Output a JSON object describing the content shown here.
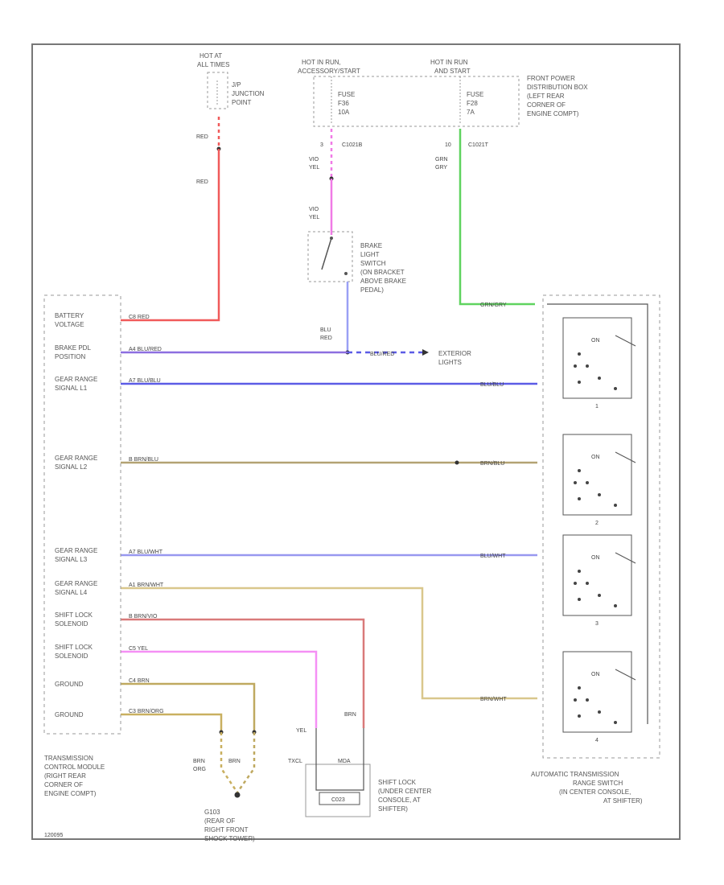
{
  "colors": {
    "red": "#f05a5a",
    "pink": "#f07ae6",
    "green": "#5fd35f",
    "blue_violet": "#8c6ee0",
    "blue": "#5c5ce6",
    "tan": "#b3a373",
    "light_blue": "#9898f0",
    "yellow_tan": "#d9c78c",
    "red_tan": "#d97a7a",
    "light_pink": "#f590f5",
    "dark_tan": "#bfa960",
    "brn_orange": "#c9b060",
    "lavender": "#9aa0f5",
    "border": "#777777",
    "dashed": "#999999"
  },
  "labels": {
    "hot_at_all_times": [
      "HOT AT",
      "ALL TIMES"
    ],
    "junction_point": [
      "J/P",
      "JUNCTION",
      "POINT"
    ],
    "hot_in_run_acc": [
      "HOT IN RUN,",
      "ACCESSORY/START"
    ],
    "hot_in_run_start": [
      "HOT IN RUN",
      "AND START"
    ],
    "fuse_1": [
      "FUSE",
      "F36",
      "10A"
    ],
    "fuse_2": [
      "FUSE",
      "F28",
      "7A"
    ],
    "front_power_box": [
      "FRONT POWER",
      "DISTRIBUTION BOX",
      "(LEFT REAR",
      "CORNER OF",
      "ENGINE COMPT)"
    ],
    "c_left": "C1021B",
    "c_right": "C1021T",
    "pin_left": "3",
    "pin_right": "10",
    "brake_switch": [
      "BRAKE",
      "LIGHT",
      "SWITCH",
      "(ON BRACKET",
      "ABOVE BRAKE",
      "PEDAL)"
    ],
    "exterior_lights": [
      "EXTERIOR",
      "LIGHTS"
    ],
    "tcm_name": [
      "TRANSMISSION",
      "CONTROL MODULE",
      "(RIGHT REAR",
      "CORNER OF",
      "ENGINE COMPT)"
    ],
    "ground_name": [
      "G103",
      "(REAR OF",
      "RIGHT FRONT",
      "SHOCK TOWER)"
    ],
    "shift_lock_name": [
      "SHIFT LOCK",
      "(UNDER CENTER",
      "CONSOLE, AT",
      "SHIFTER)"
    ],
    "shift_lock_box": "C023",
    "shift_lock_pin_left": "TXCL",
    "shift_lock_pin_right": "MDA",
    "atrs_name": [
      "AUTOMATIC TRANSMISSION",
      "RANGE SWITCH",
      "(IN CENTER CONSOLE,",
      "AT SHIFTER)"
    ],
    "figure_id": "120095"
  },
  "wire_codes": {
    "red_1": "RED",
    "red_2": "RED",
    "vio_1": [
      "VIO",
      "YEL"
    ],
    "vio_2": [
      "VIO",
      "YEL"
    ],
    "grn": [
      "GRN",
      "GRY"
    ],
    "blu_red": [
      "BLU",
      "RED"
    ],
    "brn_1": [
      "BRN",
      "ORG"
    ],
    "brn_2": "BRN",
    "shift_left": [
      "YEL"
    ],
    "shift_right": [
      "BRN"
    ]
  },
  "tcm_pins": [
    {
      "name": [
        "BATTERY",
        "VOLTAGE"
      ],
      "code": "C8 RED"
    },
    {
      "name": [
        "BRAKE PDL",
        "POSITION"
      ],
      "code": "A4 BLU/RED"
    },
    {
      "name": [
        "GEAR RANGE",
        "SIGNAL L1"
      ],
      "code": "A7 BLU/BLU"
    },
    {
      "name": [
        "GEAR RANGE",
        "SIGNAL L2"
      ],
      "code": "B BRN/BLU"
    },
    {
      "name": [
        "GEAR RANGE",
        "SIGNAL L3"
      ],
      "code": "A7 BLU/WHT"
    },
    {
      "name": [
        "GEAR RANGE",
        "SIGNAL L4"
      ],
      "code": "A1 BRN/WHT"
    },
    {
      "name": [
        "SHIFT LOCK",
        "SOLENOID"
      ],
      "code": "B BRN/VIO"
    },
    {
      "name": [
        "SHIFT LOCK",
        "SOLENOID"
      ],
      "code": "C5 YEL"
    },
    {
      "name": [
        "GROUND"
      ],
      "code": "C4 BRN"
    },
    {
      "name": [
        "GROUND"
      ],
      "code": "C3 BRN/ORG"
    }
  ],
  "right_codes": {
    "green": "GRN/GRY",
    "brake_mid": "BLU/RED",
    "l1": "BLU/BLU",
    "l2": "BRN/BLU",
    "l3": "BLU/WHT",
    "l4": "BRN/WHT"
  },
  "switch_labels": {
    "on": "ON",
    "num": [
      "1",
      "2",
      "3",
      "4"
    ]
  }
}
